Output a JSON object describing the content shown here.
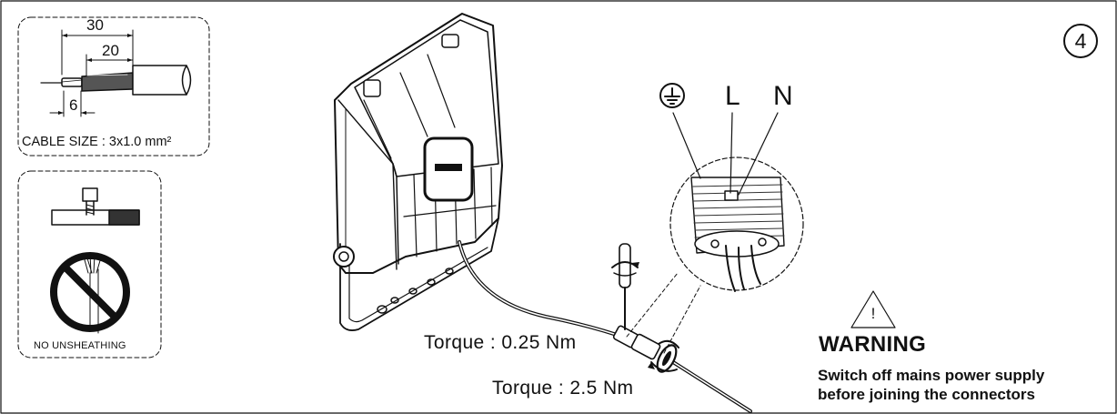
{
  "step_number": "4",
  "cable_prep": {
    "dimensions": [
      "30",
      "20",
      "6"
    ],
    "cable_size_label": "CABLE SIZE : 3x1.0 mm²"
  },
  "no_unsheathing_label": "NO UNSHEATHING",
  "terminals": {
    "live": "L",
    "neutral": "N",
    "earth_icon": "protective-earth-icon"
  },
  "torque": {
    "screw": "Torque : 0.25 Nm",
    "gland": "Torque : 2.5 Nm"
  },
  "warning": {
    "symbol": "!",
    "title": "WARNING",
    "lines": [
      "Switch off mains power supply",
      "before joining the connectors"
    ]
  }
}
